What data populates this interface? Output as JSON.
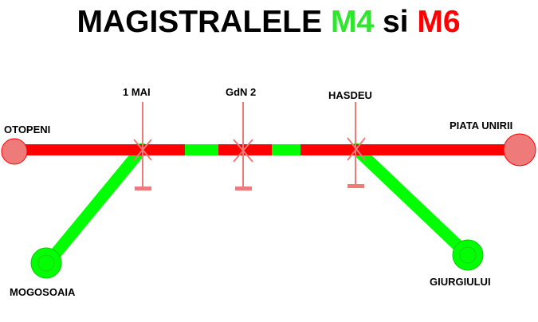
{
  "colors": {
    "m6_line": "#ff0000",
    "m4_line": "#00ff00",
    "marker_pink": "#ee7a7a",
    "terminal_red_fill": "#ee7a7a",
    "title_black": "#000000",
    "title_green": "#2ee62e",
    "title_red": "#ff0000"
  },
  "title": {
    "prefix": "MAGISTRALELE ",
    "m4": "M4",
    "middle": " si ",
    "m6": "M6"
  },
  "stations": {
    "otopeni": "OTOPENI",
    "piata_unirii": "PIATA  UNIRII",
    "mogosoaia": "MOGOSOAIA",
    "giurgiului": "GIURGIULUI",
    "mai1": "1  MAI",
    "gdn2": "GdN 2",
    "hasdeu": "HASDEU"
  }
}
